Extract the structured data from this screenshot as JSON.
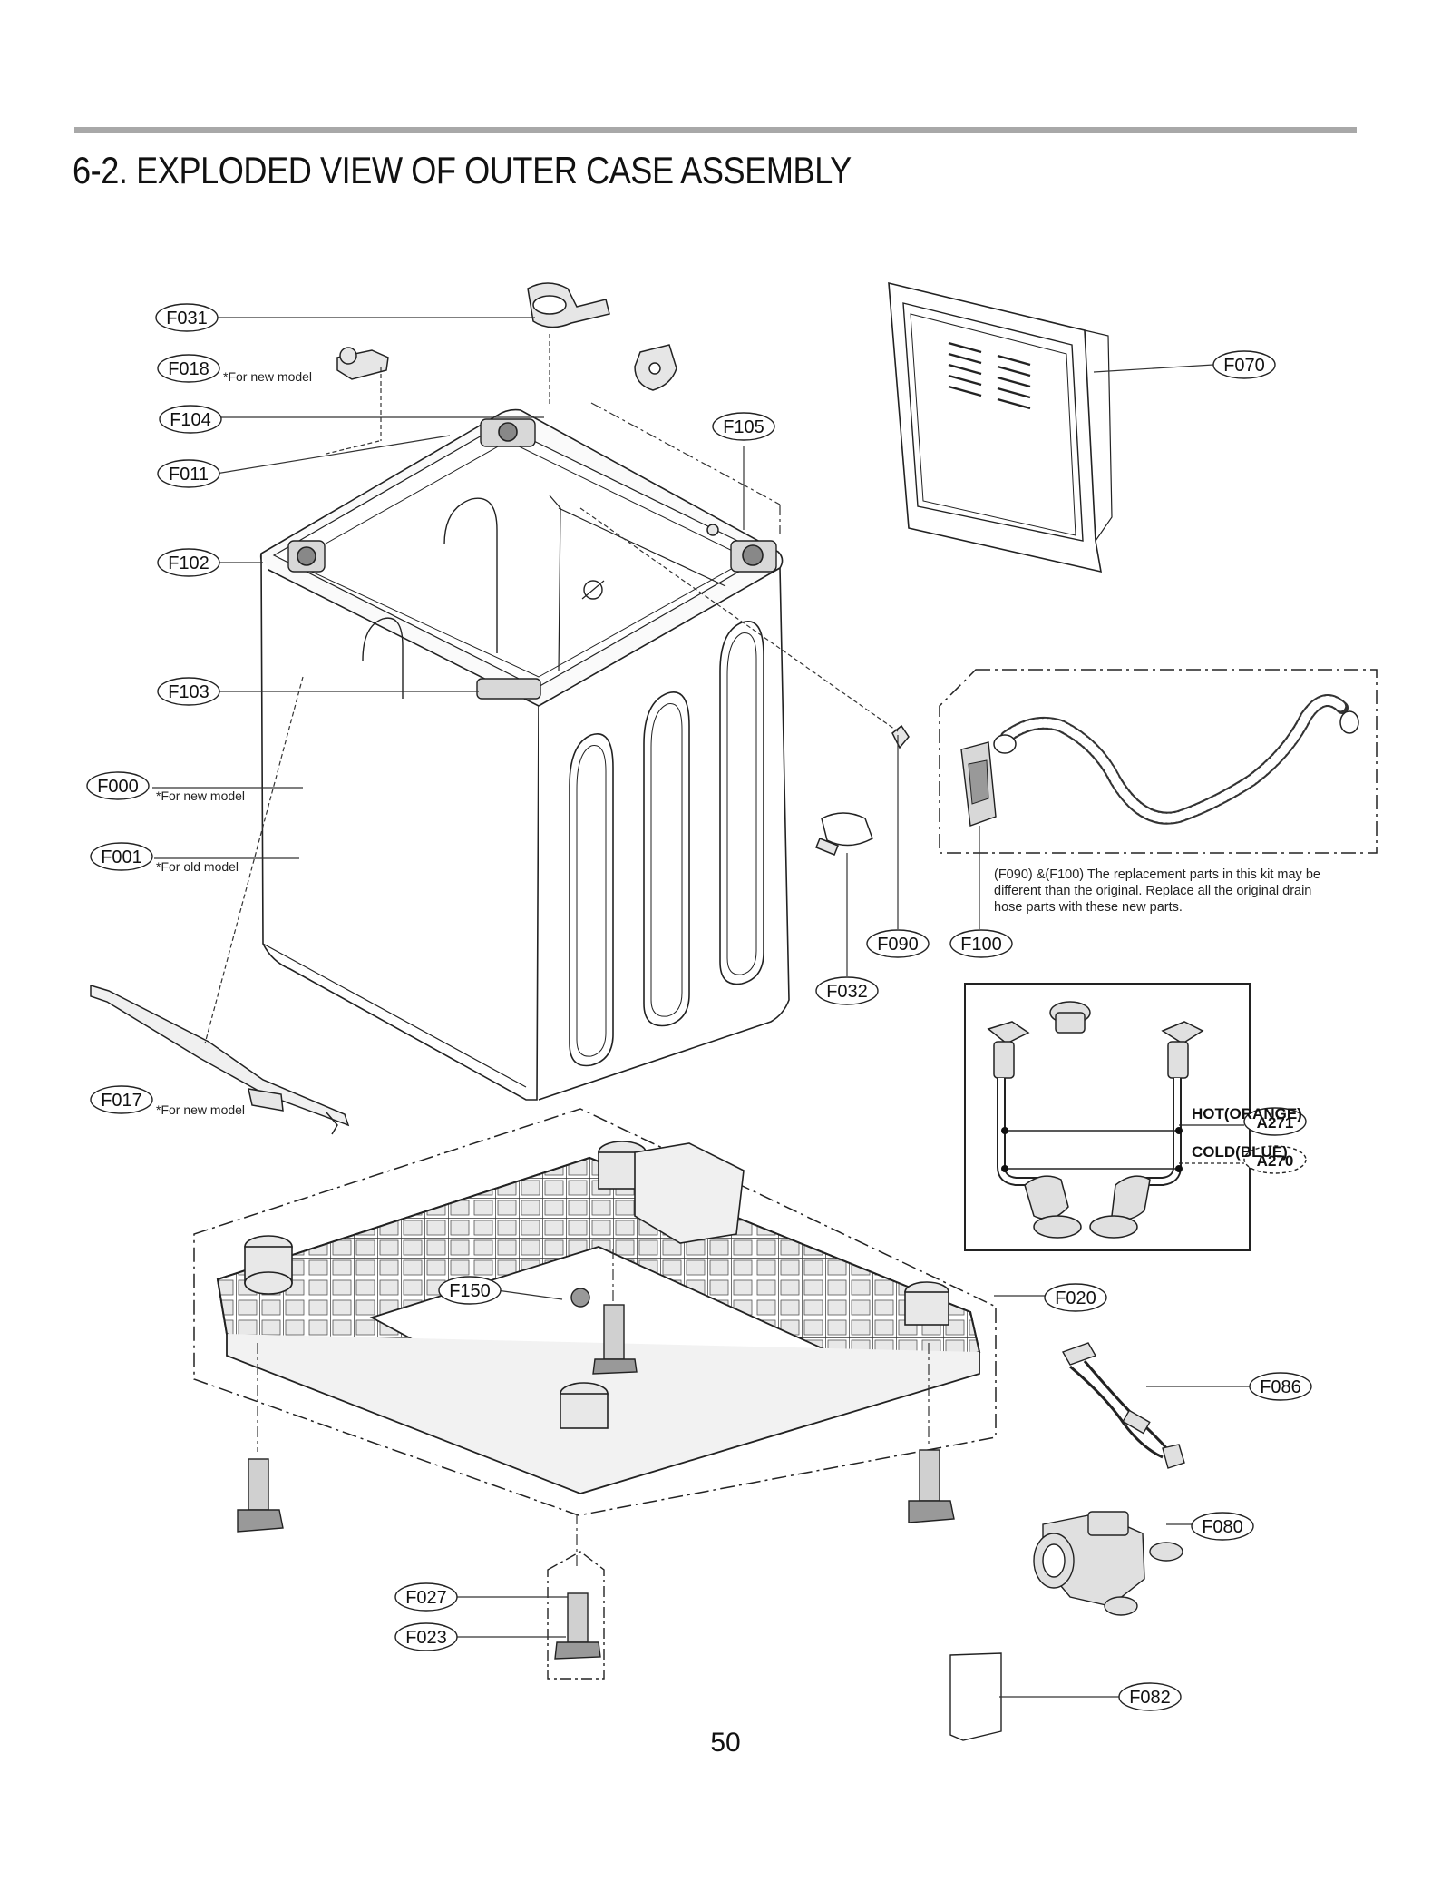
{
  "page": {
    "title": "6-2. EXPLODED VIEW OF OUTER CASE ASSEMBLY",
    "page_number": "50"
  },
  "callouts": {
    "F031": "F031",
    "F018": "F018",
    "F104": "F104",
    "F011": "F011",
    "F102": "F102",
    "F103": "F103",
    "F000": "F000",
    "F001": "F001",
    "F017": "F017",
    "F105": "F105",
    "F070": "F070",
    "F090": "F090",
    "F100": "F100",
    "F032": "F032",
    "F020": "F020",
    "F150": "F150",
    "F086": "F086",
    "F080": "F080",
    "F027": "F027",
    "F023": "F023",
    "F082": "F082",
    "A271": "A271",
    "A270": "A270"
  },
  "notes": {
    "for_new_model": "*For new model",
    "for_old_model": "*For old model",
    "hot_orange": "HOT(ORANGE)",
    "cold_blue": "COLD(BLUE)",
    "drain_kit_line1": "(F090) &(F100) The replacement parts in this kit may be",
    "drain_kit_line2": "different than the original. Replace all the original drain",
    "drain_kit_line3": "hose parts with these new parts."
  }
}
